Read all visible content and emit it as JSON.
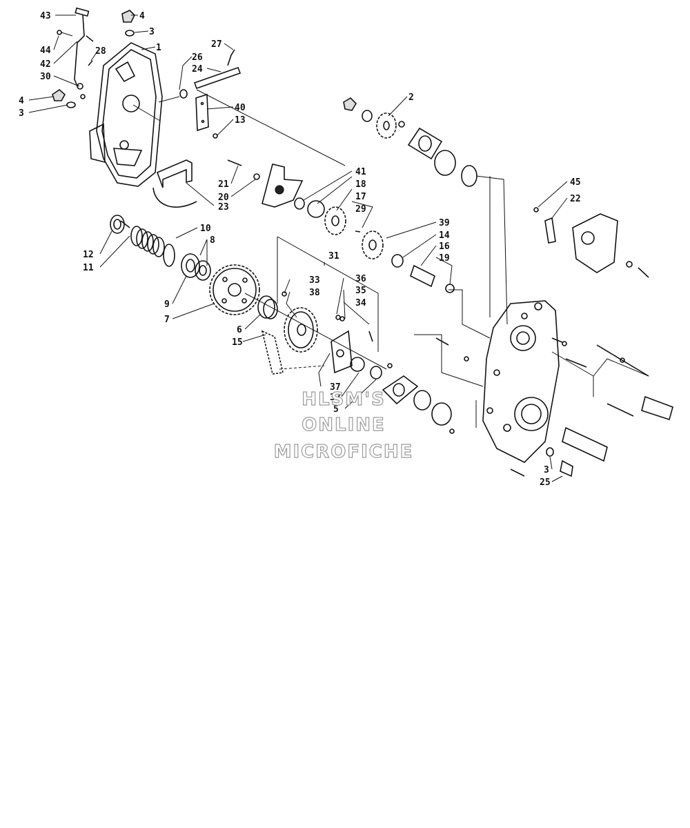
{
  "watermark": {
    "line1": "HLSM'S",
    "line2": "ONLINE",
    "line3": "MICROFICHE"
  },
  "callouts": [
    {
      "id": "c43",
      "text": "43"
    },
    {
      "id": "c4a",
      "text": "4"
    },
    {
      "id": "c3a",
      "text": "3"
    },
    {
      "id": "c1",
      "text": "1"
    },
    {
      "id": "c44",
      "text": "44"
    },
    {
      "id": "c28",
      "text": "28"
    },
    {
      "id": "c42",
      "text": "42"
    },
    {
      "id": "c30",
      "text": "30"
    },
    {
      "id": "c4b",
      "text": "4"
    },
    {
      "id": "c3b",
      "text": "3"
    },
    {
      "id": "c27",
      "text": "27"
    },
    {
      "id": "c26",
      "text": "26"
    },
    {
      "id": "c24",
      "text": "24"
    },
    {
      "id": "c40",
      "text": "40"
    },
    {
      "id": "c13",
      "text": "13"
    },
    {
      "id": "c2",
      "text": "2"
    },
    {
      "id": "c21",
      "text": "21"
    },
    {
      "id": "c20",
      "text": "20"
    },
    {
      "id": "c23",
      "text": "23"
    },
    {
      "id": "c41",
      "text": "41"
    },
    {
      "id": "c18",
      "text": "18"
    },
    {
      "id": "c17",
      "text": "17"
    },
    {
      "id": "c29",
      "text": "29"
    },
    {
      "id": "c45",
      "text": "45"
    },
    {
      "id": "c22",
      "text": "22"
    },
    {
      "id": "c10",
      "text": "10"
    },
    {
      "id": "c8",
      "text": "8"
    },
    {
      "id": "c12",
      "text": "12"
    },
    {
      "id": "c11",
      "text": "11"
    },
    {
      "id": "c39",
      "text": "39"
    },
    {
      "id": "c14",
      "text": "14"
    },
    {
      "id": "c16",
      "text": "16"
    },
    {
      "id": "c19",
      "text": "19"
    },
    {
      "id": "c31",
      "text": "31"
    },
    {
      "id": "c33",
      "text": "33"
    },
    {
      "id": "c38",
      "text": "38"
    },
    {
      "id": "c36",
      "text": "36"
    },
    {
      "id": "c35",
      "text": "35"
    },
    {
      "id": "c34",
      "text": "34"
    },
    {
      "id": "c9",
      "text": "9"
    },
    {
      "id": "c7",
      "text": "7"
    },
    {
      "id": "c6",
      "text": "6"
    },
    {
      "id": "c15",
      "text": "15"
    },
    {
      "id": "c37",
      "text": "37"
    },
    {
      "id": "c32",
      "text": "32"
    },
    {
      "id": "c5",
      "text": "5"
    },
    {
      "id": "c3c",
      "text": "3"
    },
    {
      "id": "c25",
      "text": "25"
    }
  ]
}
